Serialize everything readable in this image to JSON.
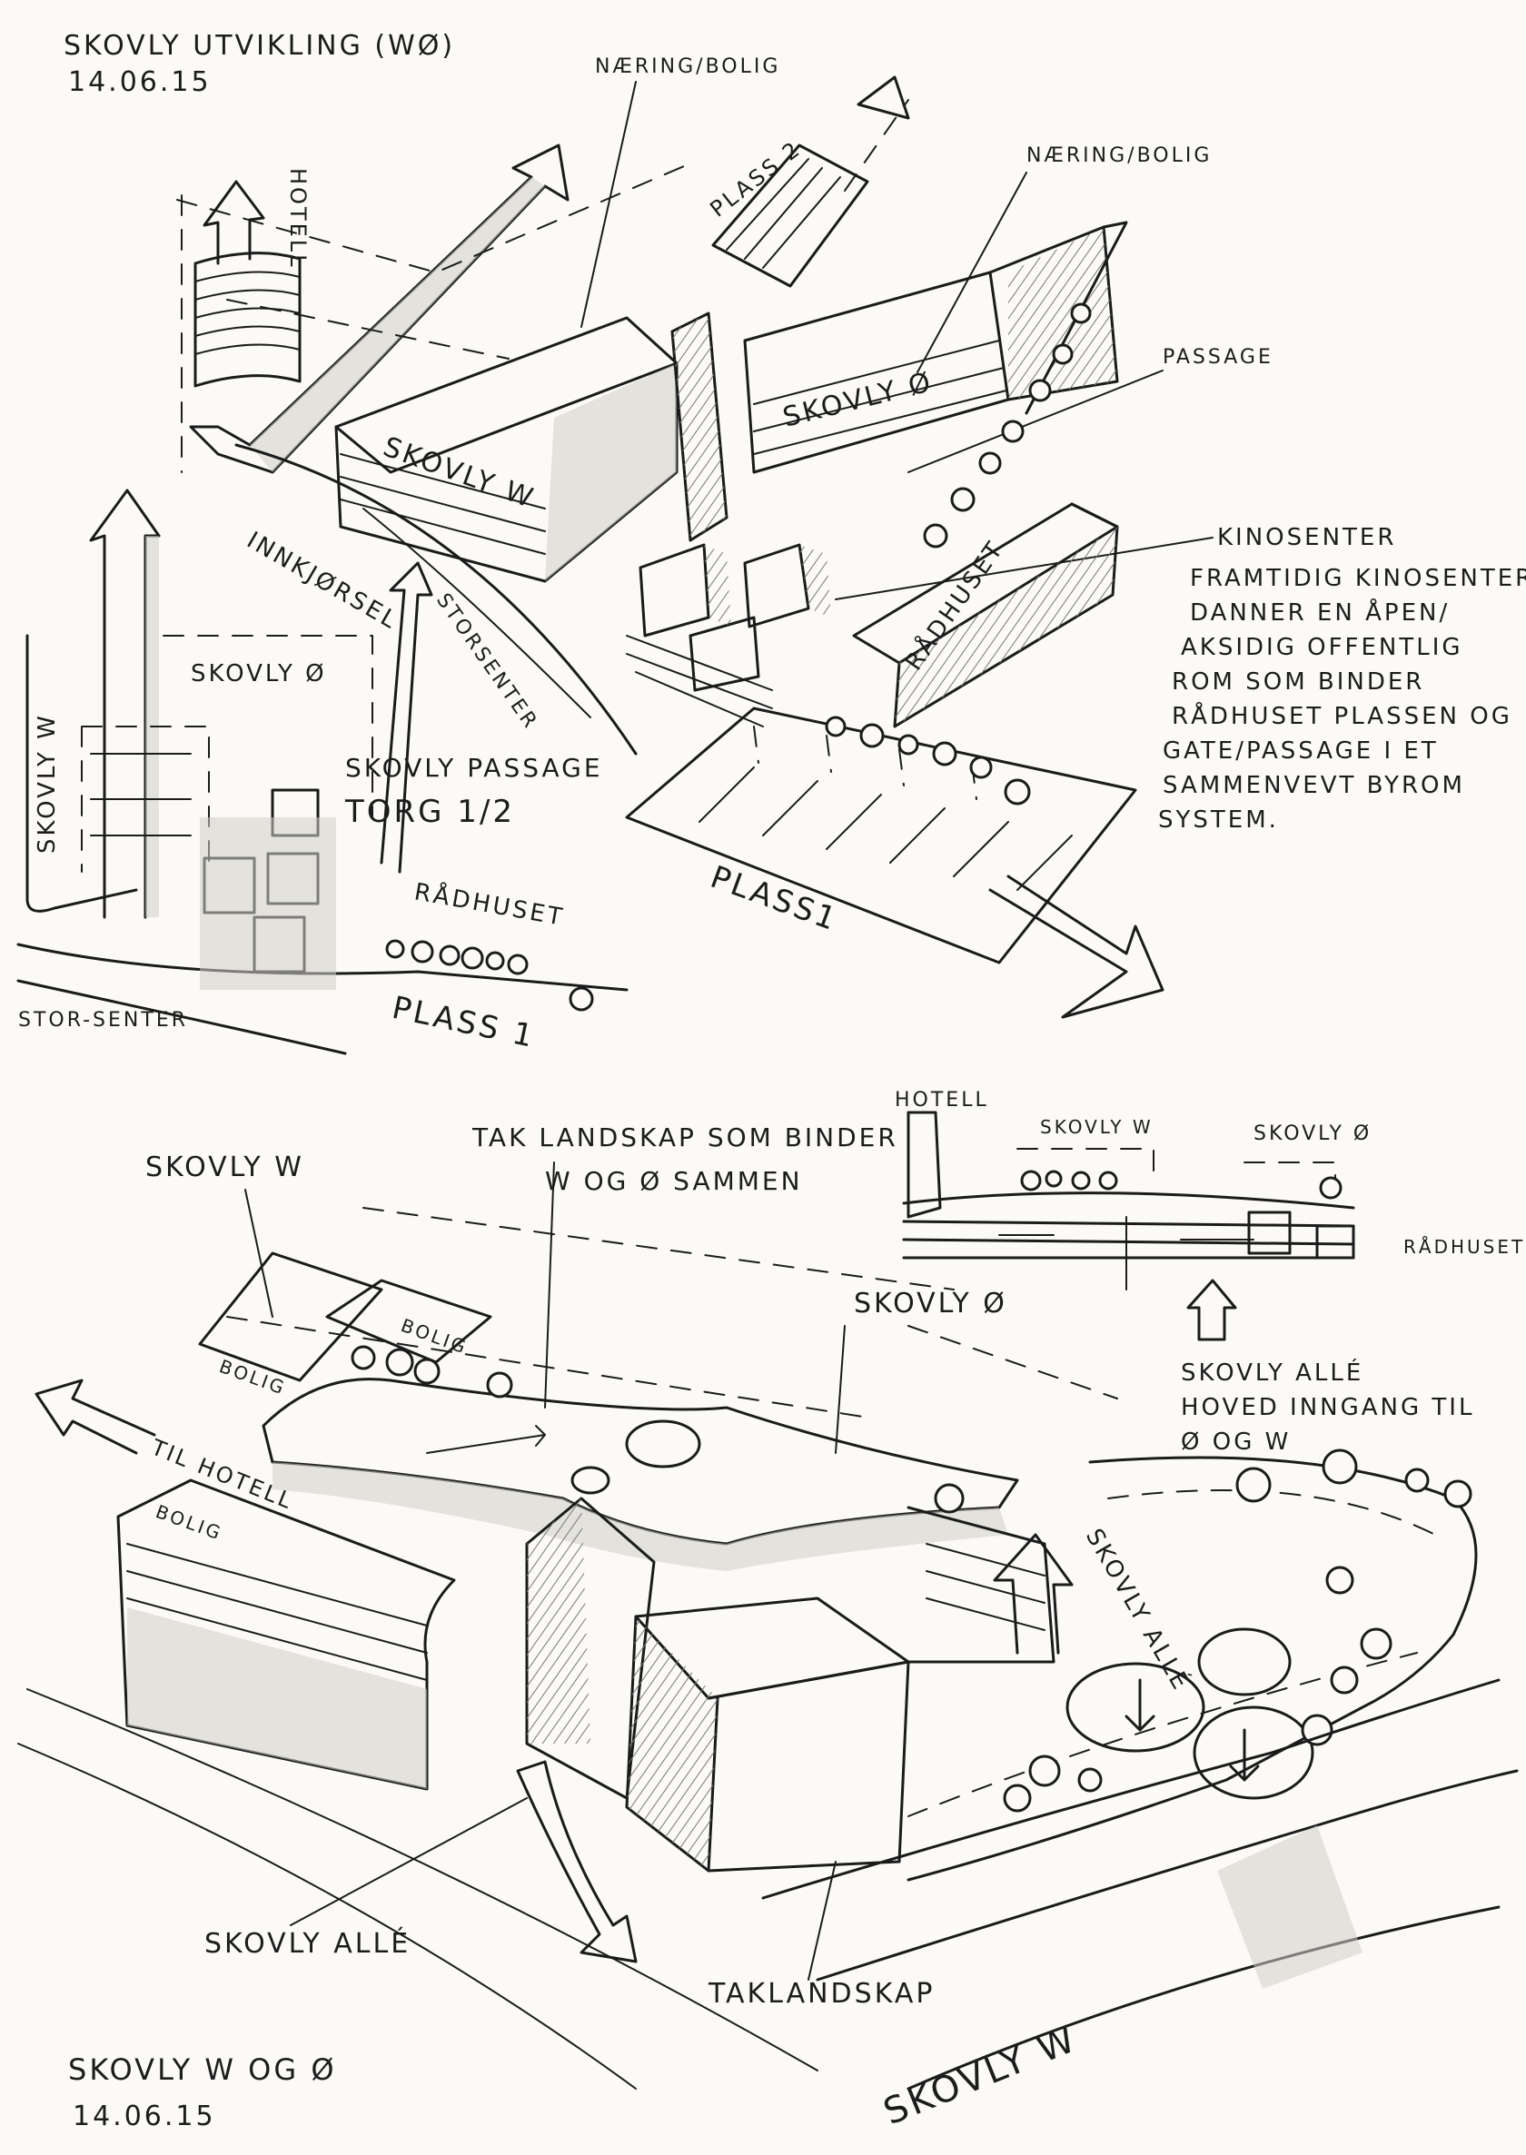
{
  "top_sketch": {
    "title": "SKOVLY UTVIKLING (WØ)",
    "date": "14.06.15",
    "labels": {
      "naering_bolig_1": "NÆRING/BOLIG",
      "naering_bolig_2": "NÆRING/BOLIG",
      "plass2": "PLASS 2",
      "hotell": "HOTELL",
      "passage": "PASSAGE",
      "skovly_w": "SKOVLY W",
      "skovly_o": "SKOVLY Ø",
      "innkjorsel": "INNKJØRSEL",
      "storsenter": "STORSENTER",
      "radhuset": "RÅDHUSET",
      "plass1": "PLASS1",
      "kinosenter": "KINOSENTER"
    },
    "note_lines": [
      "FRAMTIDIG KINOSENTER",
      "DANNER EN ÅPEN/",
      "AKSIDIG OFFENTLIG",
      "ROM SOM BINDER",
      "RÅDHUSET PLASSEN OG",
      "GATE/PASSAGE I ET",
      "SAMMENVEVT BYROM",
      "SYSTEM."
    ]
  },
  "plan_sketch": {
    "labels": {
      "skovly_o": "SKOVLY Ø",
      "skovly_w": "SKOVLY W",
      "skovly_passage": "SKOVLY PASSAGE",
      "torg": "TORG 1/2",
      "radhuset": "RÅDHUSET",
      "storsenter": "STOR-SENTER",
      "plass1": "PLASS 1"
    }
  },
  "section_sketch": {
    "labels": {
      "hotell": "HOTELL",
      "skovly_w": "SKOVLY W",
      "skovly_o": "SKOVLY Ø",
      "radhuset": "RÅDHUSET"
    },
    "note_lines": [
      "SKOVLY ALLÉ",
      "HOVED INNGANG TIL",
      "Ø OG W"
    ]
  },
  "bottom_sketch": {
    "labels": {
      "skovly_w": "SKOVLY W",
      "tak_line1": "TAK LANDSKAP SOM BINDER",
      "tak_line2": "W OG Ø SAMMEN",
      "skovly_o": "SKOVLY Ø",
      "bolig_1": "BOLIG",
      "bolig_2": "BOLIG",
      "bolig_3": "BOLIG",
      "til_hotell": "TIL HOTELL",
      "skovly_alle_road": "SKOVLY ALLÉ",
      "skovly_alle": "SKOVLY ALLÉ",
      "taklandskap": "TAKLANDSKAP",
      "skovly_w_road": "SKOVLY W"
    },
    "title": "SKOVLY W OG Ø",
    "date": "14.06.15"
  },
  "colors": {
    "ink": "#1b1b1b",
    "paper": "#fbfaf7",
    "pencil": "#cfcdc8"
  }
}
